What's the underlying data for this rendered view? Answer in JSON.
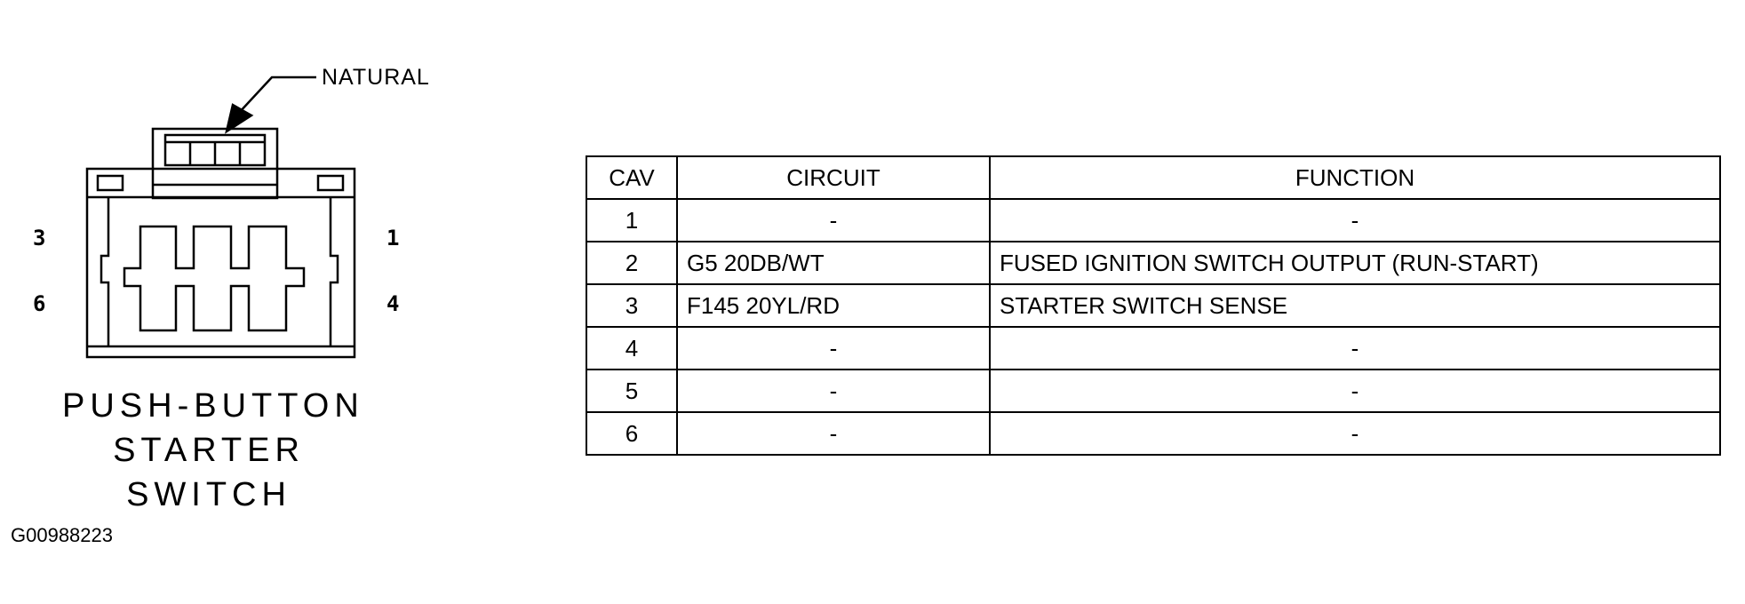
{
  "diagram": {
    "callout_label": "NATURAL",
    "pin_labels": {
      "p3": "3",
      "p1": "1",
      "p6": "6",
      "p4": "4"
    },
    "component_name": [
      "PUSH-BUTTON",
      "STARTER",
      "SWITCH"
    ],
    "figure_id": "G00988223"
  },
  "table": {
    "headers": {
      "cav": "CAV",
      "circuit": "CIRCUIT",
      "function": "FUNCTION"
    },
    "rows": [
      {
        "cav": "1",
        "circuit": "-",
        "function": "-"
      },
      {
        "cav": "2",
        "circuit": "G5 20DB/WT",
        "function": "FUSED IGNITION SWITCH OUTPUT (RUN-START)"
      },
      {
        "cav": "3",
        "circuit": "F145 20YL/RD",
        "function": "STARTER SWITCH SENSE"
      },
      {
        "cav": "4",
        "circuit": "-",
        "function": "-"
      },
      {
        "cav": "5",
        "circuit": "-",
        "function": "-"
      },
      {
        "cav": "6",
        "circuit": "-",
        "function": "-"
      }
    ]
  }
}
